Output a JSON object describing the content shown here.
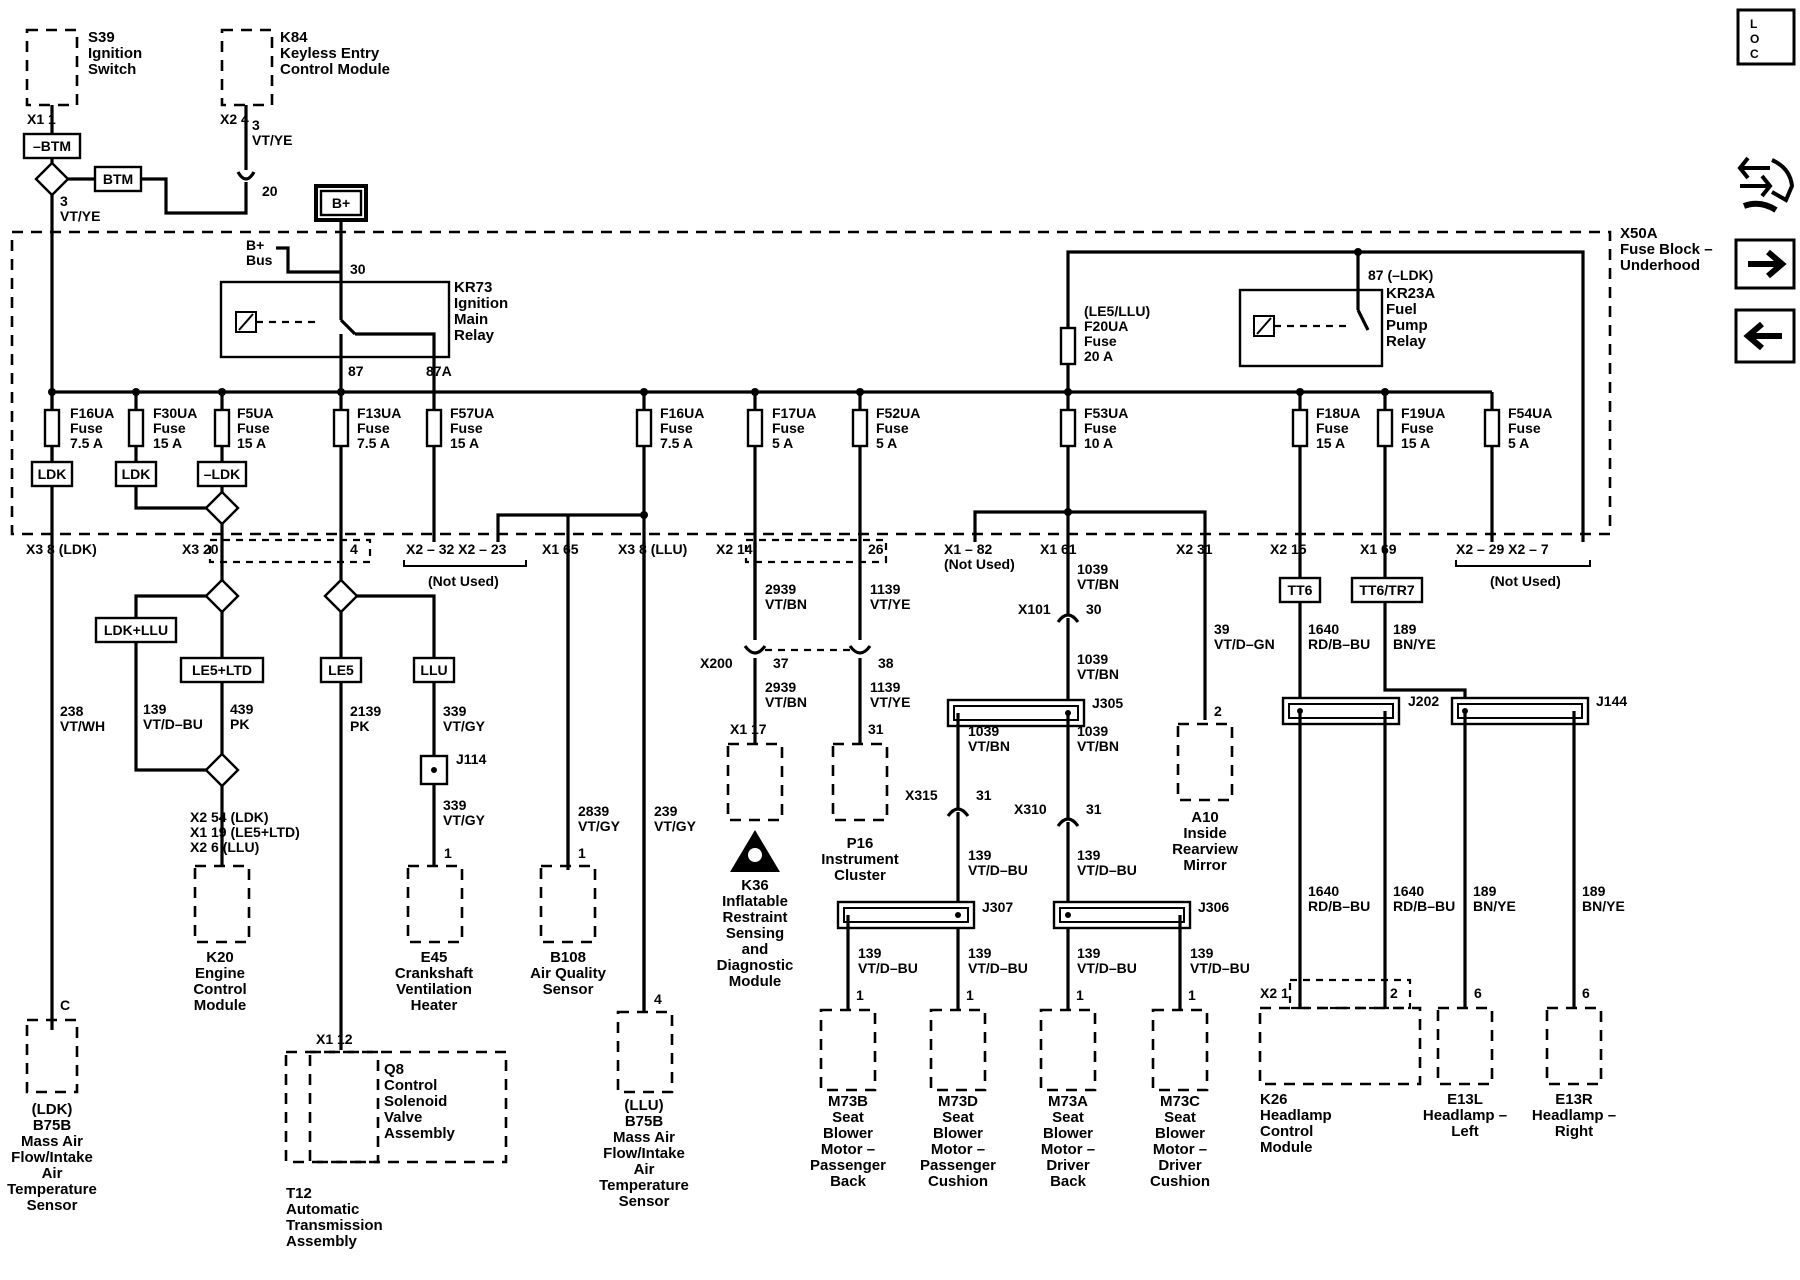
{
  "components": {
    "s39": {
      "label": "S39\nIgnition\nSwitch"
    },
    "k84": {
      "label": "K84\nKeyless Entry\nControl Module"
    },
    "x50a": {
      "label": "X50A\nFuse Block –\nUnderhood"
    },
    "kr73": {
      "label": "KR73\nIgnition\nMain\nRelay"
    },
    "kr23a": {
      "label": "KR23A\nFuel\nPump\nRelay"
    },
    "b75b_ldk": {
      "label": "(LDK)\nB75B\nMass Air\nFlow/Intake\nAir\nTemperature\nSensor"
    },
    "k20": {
      "label": "K20\nEngine\nControl\nModule"
    },
    "t12": {
      "label": "T12\nAutomatic\nTransmission\nAssembly"
    },
    "q8": {
      "label": "Q8\nControl\nSolenoid\nValve\nAssembly"
    },
    "e45": {
      "label": "E45\nCrankshaft\nVentilation\nHeater"
    },
    "b108": {
      "label": "B108\nAir Quality\nSensor"
    },
    "b75b_llu": {
      "label": "(LLU)\nB75B\nMass Air\nFlow/Intake\nAir\nTemperature\nSensor"
    },
    "k36": {
      "label": "K36\nInflatable\nRestraint\nSensing\nand\nDiagnostic\nModule"
    },
    "p16": {
      "label": "P16\nInstrument\nCluster"
    },
    "a10": {
      "label": "A10\nInside\nRearview\nMirror"
    },
    "m73b": {
      "label": "M73B\nSeat\nBlower\nMotor –\nPassenger\nBack"
    },
    "m73d": {
      "label": "M73D\nSeat\nBlower\nMotor –\nPassenger\nCushion"
    },
    "m73a": {
      "label": "M73A\nSeat\nBlower\nMotor –\nDriver\nBack"
    },
    "m73c": {
      "label": "M73C\nSeat\nBlower\nMotor –\nDriver\nCushion"
    },
    "k26": {
      "label": "K26\nHeadlamp\nControl\nModule"
    },
    "e13l": {
      "label": "E13L\nHeadlamp –\nLeft"
    },
    "e13r": {
      "label": "E13R\nHeadlamp –\nRight"
    }
  },
  "fuses": {
    "f16ua_a": "F16UA\nFuse\n7.5 A",
    "f30ua": "F30UA\nFuse\n15 A",
    "f5ua": "F5UA\nFuse\n15 A",
    "f13ua": "F13UA\nFuse\n7.5 A",
    "f57ua": "F57UA\nFuse\n15 A",
    "f16ua_b": "F16UA\nFuse\n7.5 A",
    "f17ua": "F17UA\nFuse\n5 A",
    "f52ua": "F52UA\nFuse\n5 A",
    "f53ua": "F53UA\nFuse\n10 A",
    "f18ua": "F18UA\nFuse\n15 A",
    "f19ua": "F19UA\nFuse\n15 A",
    "f54ua": "F54UA\nFuse\n5 A",
    "f20ua": "(LE5/LLU)\nF20UA\nFuse\n20 A"
  },
  "option_boxes": {
    "btm_neg": "–BTM",
    "btm": "BTM",
    "bplus": "B+",
    "ldk1": "LDK",
    "ldk2": "LDK",
    "ldk_neg": "–LDK",
    "ldk_llu": "LDK+LLU",
    "le5_ltd": "LE5+LTD",
    "le5": "LE5",
    "llu": "LLU",
    "tt6": "TT6",
    "tt6_tr7": "TT6/TR7"
  },
  "text": {
    "t_x1_1": "X1   1",
    "t_x2_4": "X2   4",
    "w_3vtye_a": "3\nVT/YE",
    "w_3vtye_b": "3\nVT/YE",
    "s_20": "20",
    "b_bus": "B+\nBus",
    "p30": "30",
    "p87": "87",
    "p87a": "87A",
    "p87ldk": "87 (–LDK)",
    "c_x3_8ldk": "X3    8 (LDK)",
    "c_x3_20": "X3    20",
    "c_4": "4",
    "c_x2_32": "X2 – 32  X2 – 23",
    "c_notused1": "(Not Used)",
    "c_x1_65": "X1    65",
    "c_x3_8llu": "X3    8 (LLU)",
    "c_x2_14": "X2      14",
    "c_26": "26",
    "c_x1_82": "X1 – 82\n(Not Used)",
    "c_x1_61": "X1    61",
    "c_x2_31": "X2    31",
    "c_x2_15": "X2    15",
    "c_x1_69": "X1    69",
    "c_x2_29": "X2 – 29    X2 – 7",
    "c_notused2": "(Not Used)",
    "w_238": "238\nVT/WH",
    "w_139a": "139\nVT/D–BU",
    "w_439": "439\nPK",
    "w_2139": "2139\nPK",
    "w_339a": "339\nVT/GY",
    "j114": "J114",
    "w_339b": "339\nVT/GY",
    "k20_pins": "X2   54 (LDK)\nX1   19 (LE5+LTD)\nX2   6 (LLU)",
    "e45_1": "1",
    "w_2839a": "2839\nVT/GY",
    "b108_1": "1",
    "w_239": "239\nVT/GY",
    "b75_4": "4",
    "b75_c": "C",
    "t12_x1": "X1   12",
    "w_2939a": "2939\nVT/BN",
    "w_1139a": "1139\nVT/YE",
    "x200": "X200",
    "p37": "37",
    "p38": "38",
    "w_2939b": "2939\nVT/BN",
    "w_1139b": "1139\nVT/YE",
    "k36_x1": "X1   17",
    "p16_31": "31",
    "w_1039a": "1039\nVT/BN",
    "x101": "X101",
    "p30b": "30",
    "w_1039b": "1039\nVT/BN",
    "j305": "J305",
    "w_1039c": "1039\nVT/BN",
    "w_1039d": "1039\nVT/BN",
    "x315": "X315",
    "p31a": "31",
    "x310": "X310",
    "p31b": "31",
    "w_139b": "139\nVT/D–BU",
    "w_139c": "139\nVT/D–BU",
    "j307": "J307",
    "j306": "J306",
    "w_139d": "139\nVT/D–BU",
    "w_139e": "139\nVT/D–BU",
    "w_139f": "139\nVT/D–BU",
    "w_139g": "139\nVT/D–BU",
    "m1a": "1",
    "m1b": "1",
    "m1c": "1",
    "m1d": "1",
    "w_39": "39\nVT/D–GN",
    "a10_2": "2",
    "w_1640a": "1640\nRD/B–BU",
    "w_189a": "189\nBN/YE",
    "j202": "J202",
    "j144": "J144",
    "w_1640b": "1640\nRD/B–BU",
    "w_1640c": "1640\nRD/B–BU",
    "w_189b": "189\nBN/YE",
    "w_189c": "189\nBN/YE",
    "k26_x2": "X2    1",
    "k26_2": "2",
    "e13l_6": "6",
    "e13r_6": "6",
    "loc": "L\nO\nC"
  }
}
